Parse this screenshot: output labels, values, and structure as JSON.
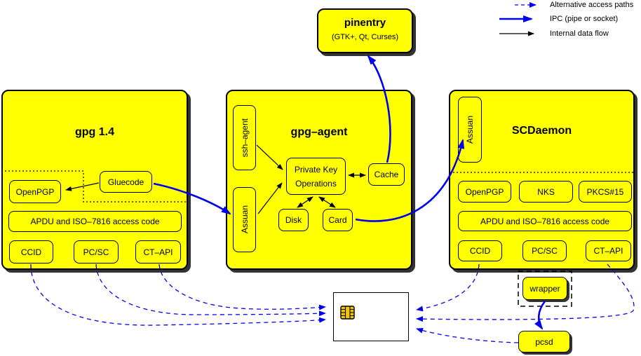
{
  "colors": {
    "yellow": "#ffff00",
    "blue": "#0000ee",
    "black": "#000000",
    "chip_gold": "#f2c500",
    "white": "#ffffff"
  },
  "legend": [
    {
      "label": "Alternative access paths",
      "style": "dashed-blue"
    },
    {
      "label": "IPC (pipe or socket)",
      "style": "thick-blue"
    },
    {
      "label": "Internal data flow",
      "style": "thin-black"
    }
  ],
  "pinentry": {
    "title": "pinentry",
    "subtitle": "(GTK+, Qt, Curses)"
  },
  "gpg14": {
    "title": "gpg 1.4",
    "gluecode": "Gluecode",
    "openpgp": "OpenPGP",
    "apdu": "APDU and ISO–7816 access code",
    "ccid": "CCID",
    "pcsc": "PC/SC",
    "ctapi": "CT–API"
  },
  "gpgagent": {
    "title": "gpg–agent",
    "ssh_agent": "ssh–agent",
    "assuan": "Assuan",
    "private_key_line1": "Private Key",
    "private_key_line2": "Operations",
    "cache": "Cache",
    "disk": "Disk",
    "card": "Card"
  },
  "scdaemon": {
    "title": "SCDaemon",
    "assuan": "Assuan",
    "openpgp": "OpenPGP",
    "nks": "NKS",
    "pkcs15": "PKCS#15",
    "apdu": "APDU and ISO–7816 access code",
    "ccid": "CCID",
    "pcsc": "PC/SC",
    "ctapi": "CT–API",
    "wrapper": "wrapper"
  },
  "pcsd": {
    "label": "pcsd"
  },
  "smartcard": {
    "icon": "smartcard-chip-icon"
  }
}
